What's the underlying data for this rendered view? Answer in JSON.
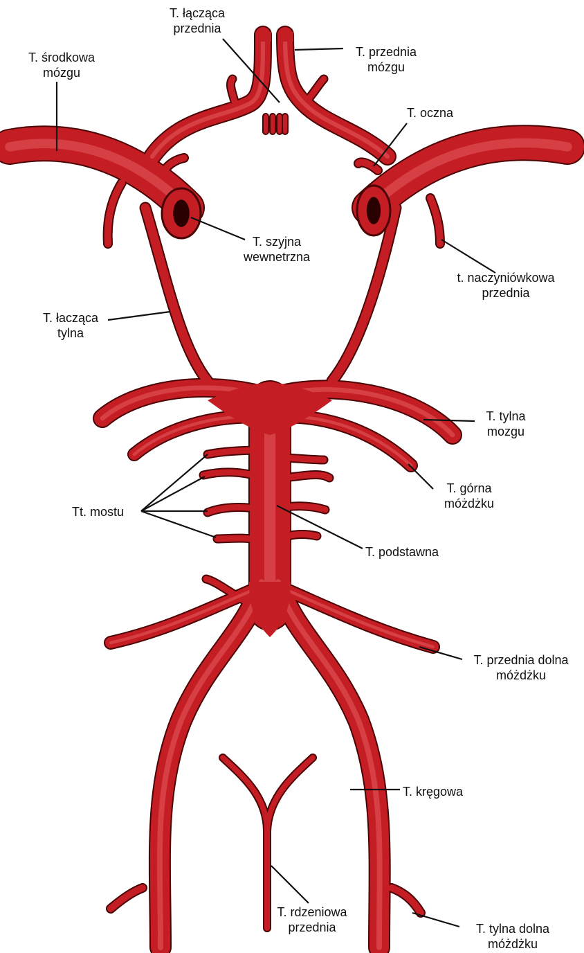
{
  "labels": {
    "acom": "T. łącząca\nprzednia",
    "aca": "T. przednia\nmózgu",
    "mca": "T. środkowa\nmózgu",
    "ophthalmic": "T. oczna",
    "ica": "T. szyjna\nwewnetrzna",
    "ant_choroidal": "t. naczyniówkowa\nprzednia",
    "pcom": "T. łacząca\ntylna",
    "pca": "T. tylna\nmozgu",
    "sca": "T. górna\nmóżdżku",
    "pontine": "Tt. mostu",
    "basilar": "T. podstawna",
    "aica": "T. przednia dolna\nmóżdżku",
    "vertebral": "T. kręgowa",
    "anterior_spinal": "T. rdzeniowa\nprzednia",
    "pica": "T. tylna dolna\nmóżdżku"
  },
  "colors": {
    "vessel": "#c41e24",
    "vessel_outline": "#4a0404",
    "highlight": "#ee6a6e",
    "lumen": "#2b0000",
    "text": "#111111"
  }
}
